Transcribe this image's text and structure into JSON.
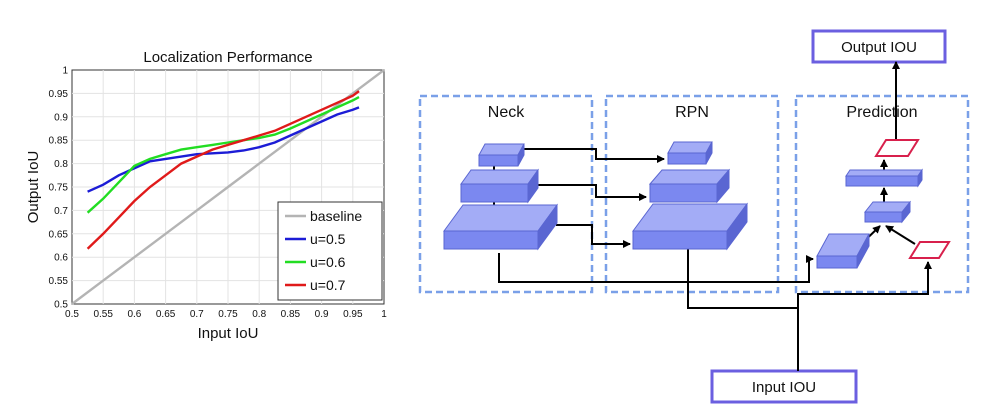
{
  "chart_data": {
    "type": "line",
    "title": "Localization Performance",
    "xlabel": "Input IoU",
    "ylabel": "Output IoU",
    "xlim": [
      0.5,
      1
    ],
    "ylim": [
      0.5,
      1
    ],
    "xticks": [
      "0.5",
      "0.55",
      "0.6",
      "0.65",
      "0.7",
      "0.75",
      "0.8",
      "0.85",
      "0.9",
      "0.95",
      "1"
    ],
    "yticks": [
      "0.5",
      "0.55",
      "0.6",
      "0.65",
      "0.7",
      "0.75",
      "0.8",
      "0.85",
      "0.9",
      "0.95",
      "1"
    ],
    "grid": true,
    "legend_position": "bottom-right",
    "series": [
      {
        "name": "baseline",
        "color": "#b4b4b4",
        "x": [
          0.5,
          0.55,
          0.6,
          0.65,
          0.7,
          0.75,
          0.8,
          0.85,
          0.9,
          0.95,
          1.0
        ],
        "y": [
          0.5,
          0.55,
          0.6,
          0.65,
          0.7,
          0.75,
          0.8,
          0.85,
          0.9,
          0.95,
          1.0
        ]
      },
      {
        "name": "u=0.5",
        "color": "#1c1cd6",
        "x": [
          0.525,
          0.55,
          0.575,
          0.6,
          0.625,
          0.65,
          0.675,
          0.7,
          0.725,
          0.75,
          0.775,
          0.8,
          0.825,
          0.85,
          0.875,
          0.9,
          0.925,
          0.95,
          0.96
        ],
        "y": [
          0.74,
          0.755,
          0.775,
          0.79,
          0.805,
          0.81,
          0.815,
          0.82,
          0.822,
          0.824,
          0.828,
          0.835,
          0.845,
          0.86,
          0.875,
          0.89,
          0.905,
          0.915,
          0.92
        ]
      },
      {
        "name": "u=0.6",
        "color": "#22dd22",
        "x": [
          0.525,
          0.55,
          0.575,
          0.6,
          0.625,
          0.65,
          0.675,
          0.7,
          0.725,
          0.75,
          0.775,
          0.8,
          0.825,
          0.85,
          0.875,
          0.9,
          0.925,
          0.95,
          0.96
        ],
        "y": [
          0.695,
          0.725,
          0.76,
          0.795,
          0.81,
          0.82,
          0.83,
          0.835,
          0.84,
          0.845,
          0.85,
          0.855,
          0.862,
          0.875,
          0.89,
          0.905,
          0.92,
          0.935,
          0.942
        ]
      },
      {
        "name": "u=0.7",
        "color": "#e01a1a",
        "x": [
          0.525,
          0.55,
          0.575,
          0.6,
          0.625,
          0.65,
          0.675,
          0.7,
          0.725,
          0.75,
          0.775,
          0.8,
          0.825,
          0.85,
          0.875,
          0.9,
          0.925,
          0.95,
          0.96
        ],
        "y": [
          0.618,
          0.65,
          0.685,
          0.72,
          0.75,
          0.775,
          0.8,
          0.815,
          0.83,
          0.84,
          0.85,
          0.86,
          0.87,
          0.885,
          0.9,
          0.915,
          0.93,
          0.945,
          0.955
        ]
      }
    ]
  },
  "diagram": {
    "sections": {
      "neck": "Neck",
      "rpn": "RPN",
      "prediction": "Prediction"
    },
    "output_label": "Output IOU",
    "input_label": "Input IOU",
    "colors": {
      "block_fill": "#7b88f0",
      "block_top": "#a3acf6",
      "block_side": "#5a66d2",
      "dashed_border": "#7aa0e8",
      "label_border": "#6b5fe0",
      "predictor": "#d8204c"
    }
  }
}
